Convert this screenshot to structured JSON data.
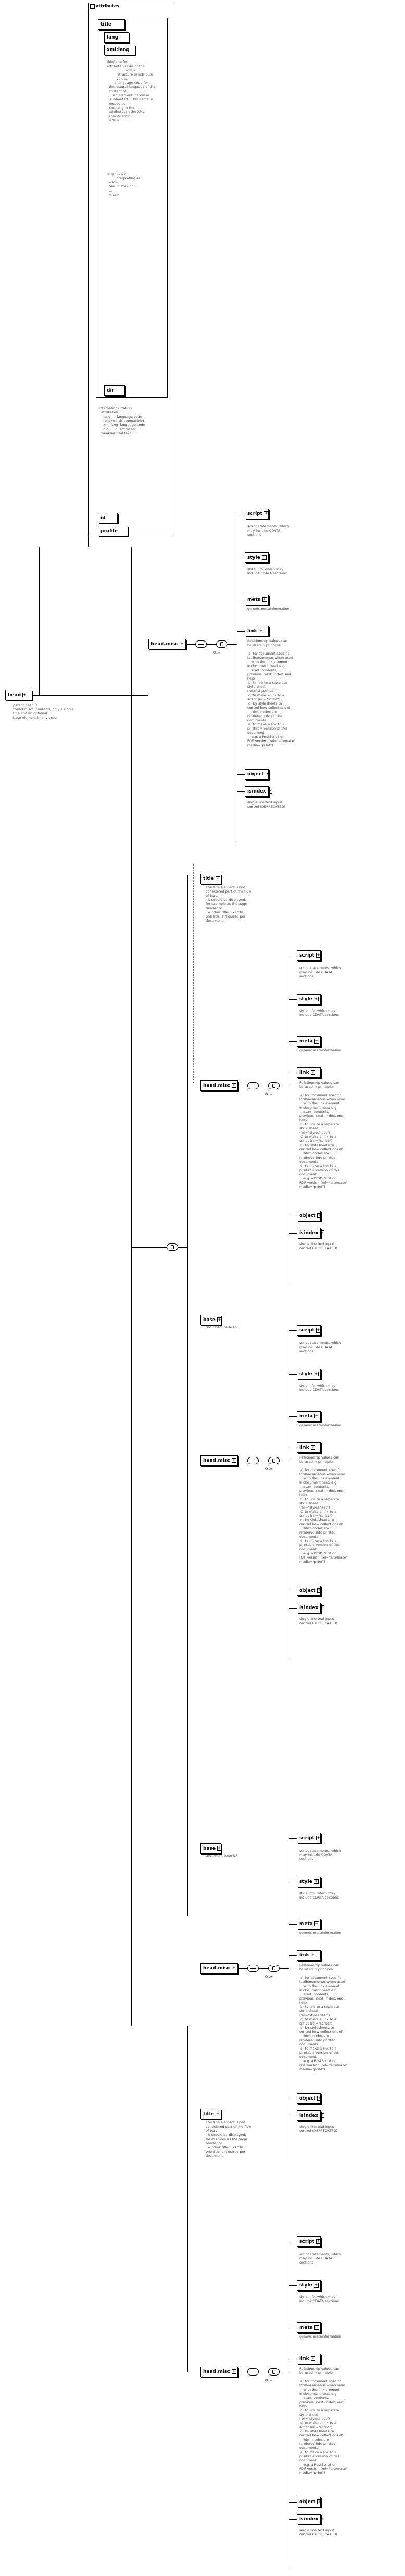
{
  "labels": {
    "attributes": "attributes",
    "title": "title",
    "lang": "lang",
    "xmllang": "xml:lang",
    "dir": "dir",
    "id": "id",
    "profile": "profile",
    "head": "head",
    "head_misc": "head.misc",
    "title_el": "title",
    "base": "base",
    "script": "script",
    "style": "style",
    "meta": "meta",
    "link": "link",
    "object": "object",
    "isindex": "isindex",
    "multiplicity": "0..∞"
  },
  "descriptions": {
    "title_attr": "title/lang for\nattribute values of the\n                  <sc>\n          structure or attribute\n         values\n       a language code for\n  the natural language of the\n  content of\n      an element. its value\n  is inherited.  This name is\n  reused as\n  xml:lang in the\n  attributes in the XML\n  specification\n  </sc>",
    "lang_attr": "lang (as per\n        interpreting as\n  <sc>\n  See BCP 47 or ...\n  ...\n  </sc>",
    "dir_attr": "internationalization\n  attributes\n    lang      language code\n    (backwards compatible)\n    xml:lang  language code\n    dir       direction for\n  weak/neutral text",
    "head": "parent head is\n\"head.misc\" (content), only a single\ntitle and an optional\nbase element in any order",
    "script": "script statements, which\nmay include CDATA\nsections",
    "style": "style info, which may\ninclude CDATA sections",
    "meta": "generic metainformation",
    "link": "Relationship values can\nbe used in principle:\n\n a) for document specific\ntoolbars/menus when used\n    with the link element\nin document head e.g.\n    start, contents,\nprevious, next, index, end,\nhelp\n b) to link to a separate\nstyle sheet\n(rel=\"stylesheet\")\n c) to make a link to a\nscript (rel=\"script\")\n d) by stylesheets to\ncontrol how collections of\n    html nodes are\nrendered into printed\ndocuments\n e) to make a link to a\nprintable version of this\ndocument\n    e.g. a PostScript or\nPDF version (rel=\"alternate\"\nmedia=\"print\")",
    "object": "",
    "isindex": "single line text input\ncontrol (DEPRECATED)",
    "title_el": "The title element is not\nconsidered part of the flow\nof text.\n  It should be displayed,\nfor example as the page\nheader or\n  window title. Exactly\none title is required per\ndocument.",
    "base": "document base URI"
  }
}
